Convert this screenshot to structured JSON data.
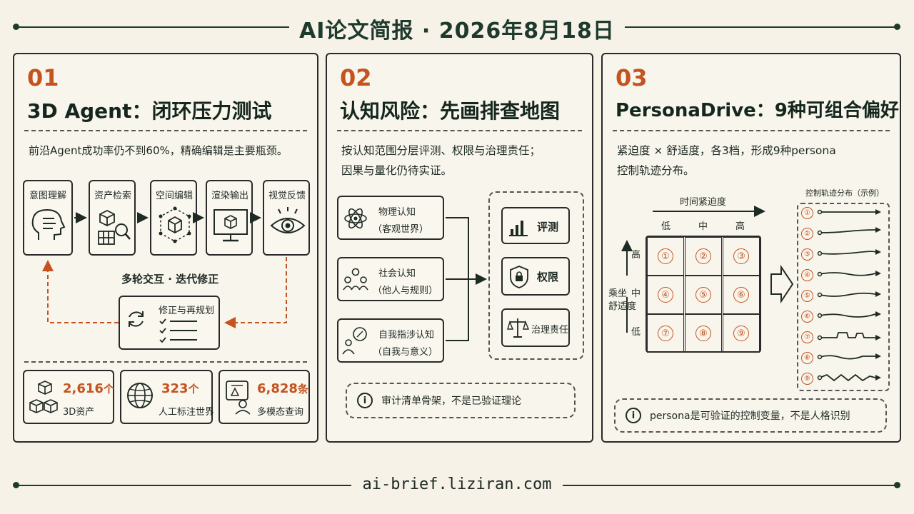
{
  "header": {
    "title": "AI论文简报 · 2026年8月18日"
  },
  "footer": {
    "url": "ai-brief.liziran.com"
  },
  "panels": [
    {
      "num": "01",
      "title": "3D Agent：闭环压力测试",
      "desc": "前沿Agent成功率仍不到60%，精确编辑是主要瓶颈。",
      "steps": [
        "意图理解",
        "资产检索",
        "空间编辑",
        "渲染输出",
        "视觉反馈"
      ],
      "loop_label": "多轮交互 · 迭代修正",
      "loop_box": "修正与再规划",
      "stats": [
        {
          "value": "2,616",
          "unit": "个",
          "label": "3D资产"
        },
        {
          "value": "323",
          "unit": "个",
          "label": "人工标注世界"
        },
        {
          "value": "6,828",
          "unit": "条",
          "label": "多模态查询"
        }
      ]
    },
    {
      "num": "02",
      "title": "认知风险：先画排查地图",
      "desc": [
        "按认知范围分层评测、权限与治理责任；",
        "因果与量化仍待实证。"
      ],
      "sources": [
        {
          "title": "物理认知",
          "sub": "（客观世界）"
        },
        {
          "title": "社会认知",
          "sub": "（他人与规则）"
        },
        {
          "title": "自我指涉认知",
          "sub": "（自我与意义）"
        }
      ],
      "targets": [
        "评测",
        "权限",
        "治理责任"
      ],
      "note": "审计清单骨架，不是已验证理论"
    },
    {
      "num": "03",
      "title": "PersonaDrive：9种可组合偏好",
      "desc": [
        "紧迫度 × 舒适度，各3档，形成9种persona",
        "控制轨迹分布。"
      ],
      "x_axis_title": "时间紧迫度",
      "x_levels": [
        "低",
        "中",
        "高"
      ],
      "y_axis_title": [
        "乘坐",
        "舒适度"
      ],
      "y_levels": [
        "高",
        "中",
        "低"
      ],
      "cells": [
        "①",
        "②",
        "③",
        "④",
        "⑤",
        "⑥",
        "⑦",
        "⑧",
        "⑨"
      ],
      "traj_title": "控制轨迹分布（示例）",
      "note": "persona是可验证的控制变量，不是人格识别"
    }
  ],
  "colors": {
    "accent": "#c4531f",
    "ink": "#1e3a2c",
    "bg": "#f6f2e8"
  }
}
